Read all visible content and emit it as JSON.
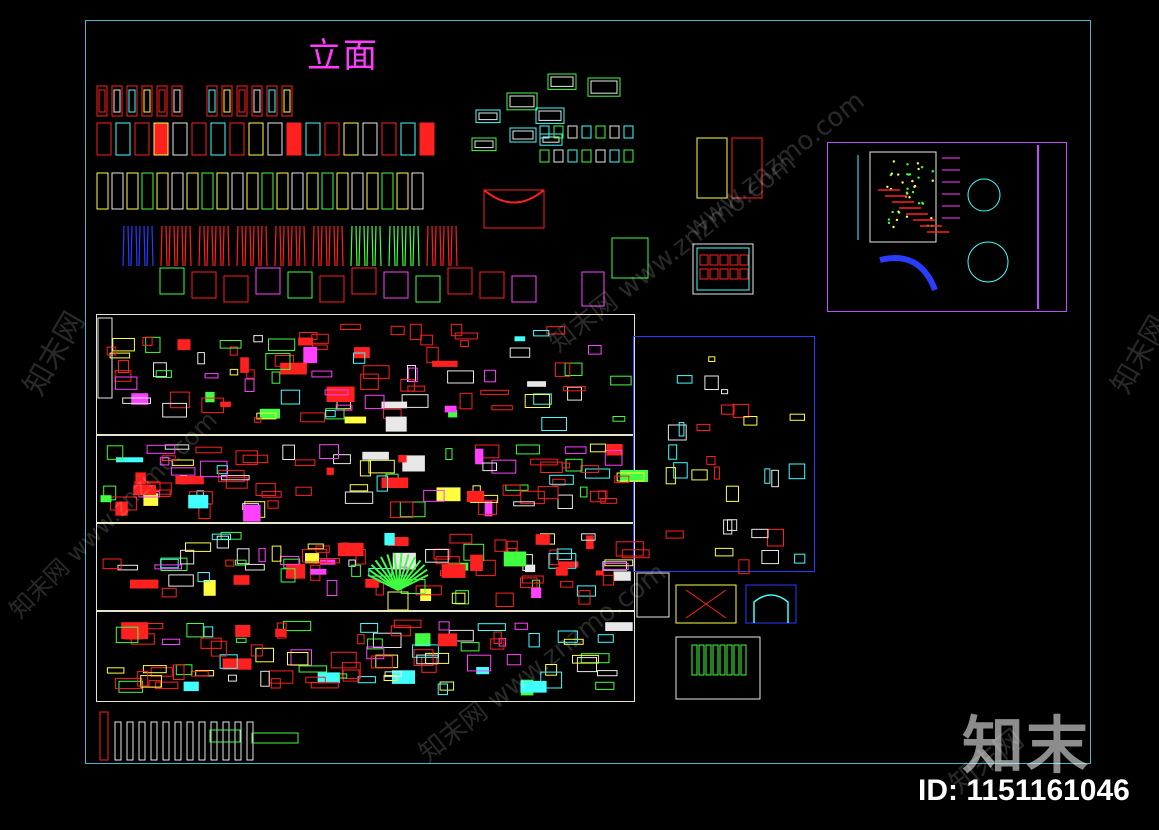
{
  "sheet": {
    "title": "立面",
    "id_label": "ID: 1151161046",
    "logo": "知末",
    "watermarks": [
      {
        "text": "www.znzmo.com"
      },
      {
        "text": "知末网"
      },
      {
        "text": "知末网 www.znzmo.com"
      },
      {
        "text": "知末网 www.znzmo.com"
      },
      {
        "text": "知末网 www.znzmo.com"
      },
      {
        "text": "知末网"
      },
      {
        "text": "知末网"
      }
    ]
  },
  "colors": {
    "frame": "#3fb7c9",
    "red": "#ff2020",
    "yellow": "#ffff40",
    "cyan": "#40ffff",
    "green": "#40ff40",
    "magenta": "#ff40ff",
    "white": "#e8e8e8",
    "blue": "#2a3cff"
  }
}
